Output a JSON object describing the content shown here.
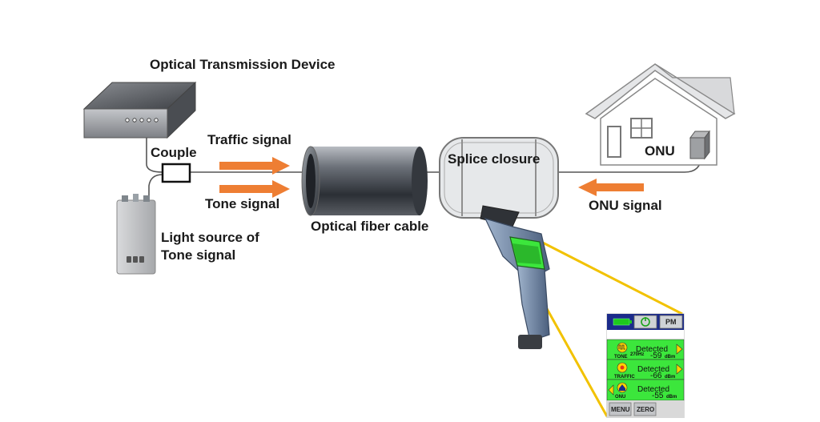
{
  "labels": {
    "otd": "Optical Transmission Device",
    "couple": "Couple",
    "traffic": "Traffic signal",
    "tone": "Tone signal",
    "light_source_1": "Light source of",
    "light_source_2": "Tone signal",
    "cable": "Optical fiber cable",
    "splice": "Splice closure",
    "onu": "ONU",
    "onu_signal": "ONU signal"
  },
  "screen": {
    "pm": "PM",
    "rows": [
      {
        "status": "Detected",
        "tag": "TONE",
        "freq": "270Hz",
        "value": "-59",
        "unit": "dBm"
      },
      {
        "status": "Detected",
        "tag": "TRAFFIC",
        "freq": "",
        "value": "-66",
        "unit": "dBm"
      },
      {
        "status": "Detected",
        "tag": "ONU",
        "freq": "",
        "value": "-55",
        "unit": "dBm"
      }
    ],
    "menu": "MENU",
    "zero": "ZERO"
  },
  "colors": {
    "arrow": "#ee7e33",
    "screen_green": "#3ce63c",
    "callout": "#f2c200"
  }
}
